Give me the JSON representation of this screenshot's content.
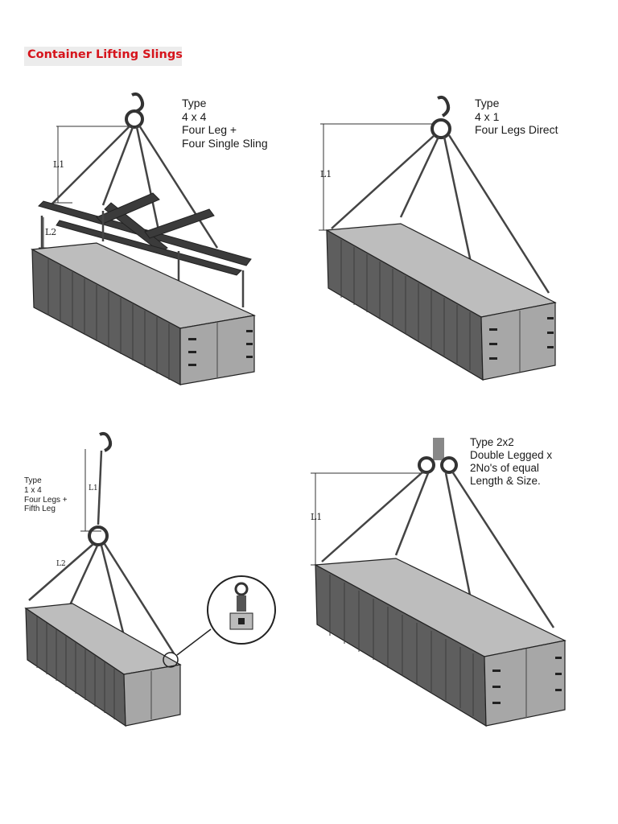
{
  "page": {
    "title": "Container Lifting Slings"
  },
  "diagrams": [
    {
      "id": "4x4",
      "lines": [
        "Type",
        "4 x 4",
        "Four Leg +",
        "Four Single Sling"
      ],
      "dims": [
        "L1",
        "L2"
      ]
    },
    {
      "id": "4x1",
      "lines": [
        "Type",
        "4 x 1",
        "Four Legs Direct"
      ],
      "dims": [
        "L1"
      ]
    },
    {
      "id": "1x4",
      "lines": [
        "Type",
        "1 x 4",
        "Four Legs +",
        "Fifth Leg"
      ],
      "dims": [
        "L1",
        "L2"
      ]
    },
    {
      "id": "2x2",
      "lines": [
        "Type 2x2",
        "Double Legged x",
        "2No's of equal",
        "Length & Size."
      ],
      "dims": [
        "L1"
      ]
    }
  ]
}
